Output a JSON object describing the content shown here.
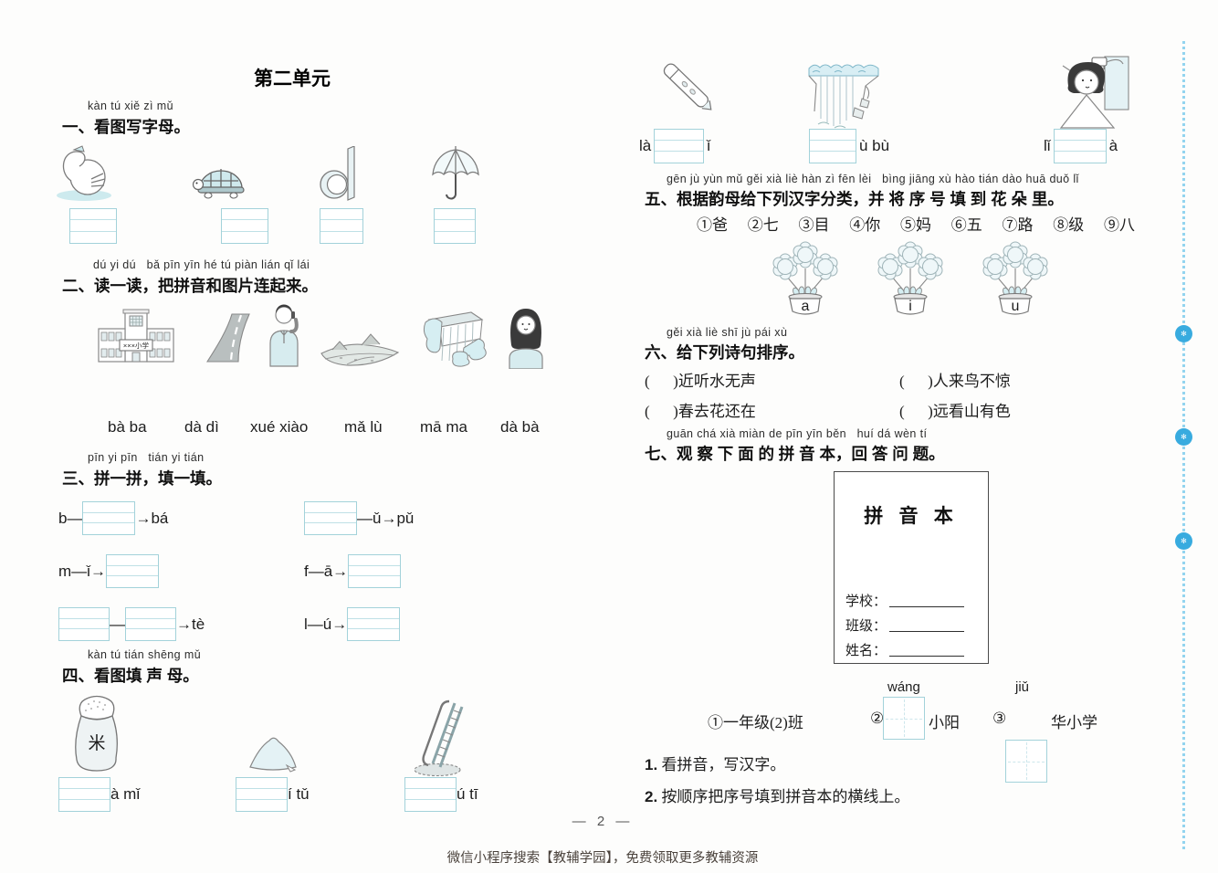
{
  "page": {
    "title": "第二单元",
    "page_number": "— 2 —",
    "footer": "微信小程序搜索【教辅学园】，免费领取更多教辅资源"
  },
  "sections": {
    "s1": {
      "pinyin": "kàn tú xiě zì mǔ",
      "title": "一、看图写字母。"
    },
    "s2": {
      "pinyin": "dú yi dú   bǎ pīn yīn hé tú piàn lián qǐ lái",
      "title": "二、读一读，把拼音和图片连起来。",
      "school_sign": "×××小学",
      "labels": [
        "bà ba",
        "dà dì",
        "xué xiào",
        "mǎ lù",
        "mā ma",
        "dà bà"
      ]
    },
    "s3": {
      "pinyin": "pīn yi pīn   tián yi tián",
      "title": "三、拼一拼，填一填。",
      "i1": {
        "pre": "b—",
        "post": "→bá"
      },
      "i2": {
        "post": "—ǔ→pǔ"
      },
      "i3": {
        "pre": "m—ǐ→"
      },
      "i4": {
        "pre": "f—ā→"
      },
      "i5": {
        "mid": "—",
        "post": "→tè"
      },
      "i6": {
        "pre": "l—ú→"
      }
    },
    "s4": {
      "pinyin": "kàn tú tián shēng mǔ",
      "title": "四、看图填 声 母。",
      "rice_char": "米",
      "left": [
        "à mǐ",
        "í tǔ",
        "ú tī"
      ],
      "right": [
        {
          "pre": "là",
          "post": "ǐ"
        },
        {
          "pre": "",
          "post": "ù bù"
        },
        {
          "pre": "lǐ",
          "post": "à"
        }
      ]
    },
    "s5": {
      "pinyin": "gēn jù yùn mǔ gěi xià liè hàn zì fēn lèi   bìng jiāng xù hào tián dào huā duǒ lǐ",
      "title": "五、根据韵母给下列汉字分类，并 将 序 号 填 到 花 朵 里。",
      "chars": [
        "①爸",
        "②七",
        "③目",
        "④你",
        "⑤妈",
        "⑥五",
        "⑦路",
        "⑧级",
        "⑨八"
      ],
      "flowers": [
        "a",
        "i",
        "u"
      ]
    },
    "s6": {
      "pinyin": "gěi xià liè shī jù pái xù",
      "title": "六、给下列诗句排序。",
      "verses": [
        "(      )近听水无声",
        "(      )人来鸟不惊",
        "(      )春去花还在",
        "(      )远看山有色"
      ]
    },
    "s7": {
      "pinyin": "guān chá xià miàn de pīn yīn běn   huí dá wèn tí",
      "title": "七、观 察 下 面 的 拼 音 本，回 答 问 题。",
      "notebook": {
        "title": "拼 音 本",
        "fields": [
          "学校：",
          "班级：",
          "姓名："
        ]
      },
      "opt1": {
        "text": "①一年级(2)班"
      },
      "opt2": {
        "num": "②",
        "pinyin": "wáng",
        "suffix": "小阳"
      },
      "opt3": {
        "num": "③",
        "pinyin": "jiǔ",
        "suffix": "华小学"
      },
      "q1": {
        "num": "1.",
        "text": " 看拼音，写汉字。"
      },
      "q2": {
        "num": "2.",
        "text": " 按顺序把序号填到拼音本的横线上。"
      }
    }
  },
  "colors": {
    "box_border": "#a3d2da",
    "accent_blue": "#38abdf",
    "footer_text": "#4a423c"
  }
}
